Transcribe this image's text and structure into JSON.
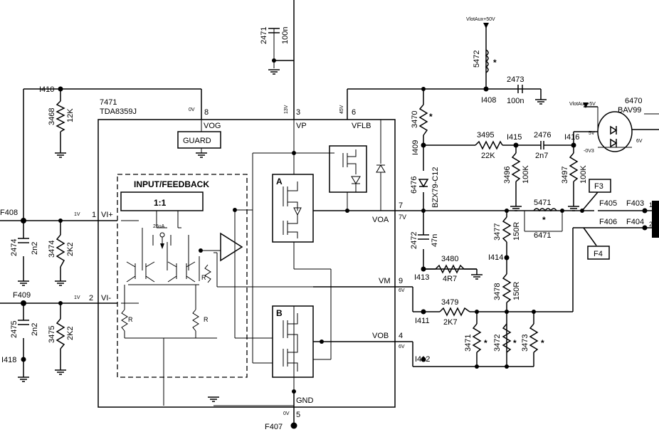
{
  "ic": {
    "ref": "7471",
    "part": "TDA8359J"
  },
  "blocks": {
    "input_feedback": "INPUT/FEEDBACK",
    "ratio": "1:1",
    "guard": "GUARD",
    "amp_a": "A",
    "amp_b": "B",
    "r": "R",
    "current": "25uA"
  },
  "pins": {
    "vog": "VOG",
    "vp": "VP",
    "vflb": "VFLB",
    "voa": "VOA",
    "vm": "VM",
    "vob": "VOB",
    "gnd": "GND",
    "vip": "VI+",
    "vim": "VI-",
    "n1": "1",
    "n2": "2",
    "n3": "3",
    "n4": "4",
    "n5": "5",
    "n6": "6",
    "n7": "7",
    "n8": "8",
    "n9": "9"
  },
  "voltages": {
    "vog": "0V",
    "vp": "13V",
    "vflb": "45V",
    "voa": "7V",
    "vm": "6V",
    "vob": "6V",
    "gnd": "0V",
    "vip": "1V",
    "vim": "1V",
    "dcp": "5V",
    "dcm": "-0V3",
    "dco": "6V"
  },
  "supplies": {
    "aux50": "VlotAux+50V",
    "aux5": "VlotAux+5V"
  },
  "nets": [
    "F408",
    "F409",
    "F405",
    "F406",
    "F403",
    "F404",
    "F407",
    "I410",
    "I418",
    "I408",
    "I409",
    "I415",
    "I416",
    "I413",
    "I414",
    "I411",
    "I412"
  ],
  "pin_nums": {
    "p1": "1",
    "p2": "2"
  },
  "callouts": {
    "f3": "F3",
    "f4": "F4"
  },
  "parts": {
    "c2471": {
      "ref": "2471",
      "val": "100n"
    },
    "c2473": {
      "ref": "2473",
      "val": "100n"
    },
    "l5472": {
      "ref": "5472",
      "mark": "*"
    },
    "r3470": {
      "ref": "3470",
      "mark": "*"
    },
    "d6470": {
      "ref": "6470",
      "val": "BAV99"
    },
    "r3468": {
      "ref": "3468",
      "val": "12K"
    },
    "r3495": {
      "ref": "3495",
      "val": "22K"
    },
    "c2476": {
      "ref": "2476",
      "val": "2n7"
    },
    "r3496": {
      "ref": "3496",
      "val": "100K"
    },
    "r3497": {
      "ref": "3497",
      "val": "100K"
    },
    "z6476": {
      "ref": "6476",
      "val": "BZX79-C12"
    },
    "l5471": {
      "ref": "5471",
      "mark": "*"
    },
    "l6471": {
      "ref": "6471"
    },
    "c2474": {
      "ref": "2474",
      "val": "2n2"
    },
    "r3474": {
      "ref": "3474",
      "val": "2K2"
    },
    "c2475": {
      "ref": "2475",
      "val": "2n2"
    },
    "r3475": {
      "ref": "3475",
      "val": "2K2"
    },
    "c2472": {
      "ref": "2472",
      "val": "47n"
    },
    "r3480": {
      "ref": "3480",
      "val": "4R7"
    },
    "r3477": {
      "ref": "3477",
      "val": "150R"
    },
    "r3478": {
      "ref": "3478",
      "val": "150R"
    },
    "r3479": {
      "ref": "3479",
      "val": "2K7"
    },
    "r3471": {
      "ref": "3471",
      "mark": "*"
    },
    "r3472": {
      "ref": "3472",
      "mark": "*"
    },
    "r3473": {
      "ref": "3473",
      "mark": "*"
    }
  }
}
